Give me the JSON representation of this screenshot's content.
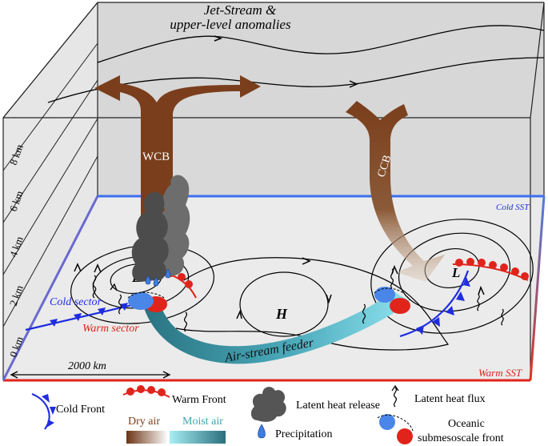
{
  "labels": {
    "jet_line1": "Jet-Stream &",
    "jet_line2": "upper-level anomalies",
    "wcb": "WCB",
    "ccb": "CCB",
    "low_left": "L",
    "low_right": "L",
    "high": "H",
    "cold_sector": "Cold sector",
    "warm_sector": "Warm sector",
    "feeder": "Air-stream feeder",
    "scale": "2000 km",
    "cold_sst": "Cold SST",
    "warm_sst": "Warm SST",
    "heights": [
      "8 km",
      "6 km",
      "4 km",
      "2 km",
      "0 km"
    ]
  },
  "legend": {
    "cold_front": "Cold Front",
    "warm_front": "Warm Front",
    "dry_air": "Dry air",
    "moist_air": "Moist air",
    "latent_heat_release": "Latent heat release",
    "precipitation": "Precipitation",
    "latent_heat_flux": "Latent heat flux",
    "oceanic_front_1": "Oceanic",
    "oceanic_front_2": "submesoscale front"
  },
  "colors": {
    "cold": "#1f2de0",
    "warm": "#e0241c",
    "dry_air": "#7a3e1c",
    "moist_air": "#58c6d8",
    "cloud": "#5a5a5a"
  }
}
